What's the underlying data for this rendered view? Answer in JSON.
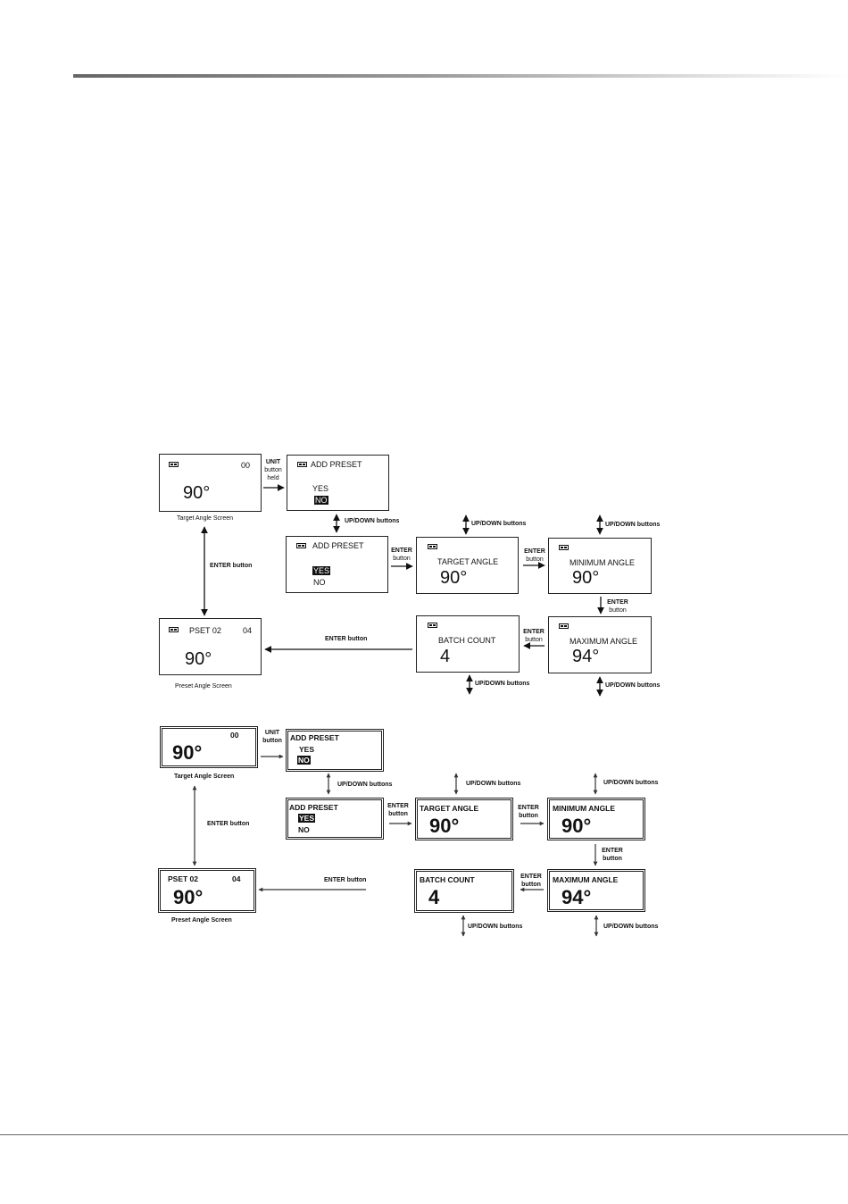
{
  "buttons": {
    "unit": "UNIT",
    "button_word": "button",
    "held": "held",
    "enter": "ENTER",
    "enter_button": "ENTER button",
    "updown_buttons": "UP/DOWN buttons"
  },
  "screens": {
    "target_angle_screen": {
      "count": "00",
      "angle": "90°",
      "caption": "Target Angle Screen"
    },
    "add_preset_a": {
      "title": "ADD PRESET",
      "yes": "YES",
      "no": "NO"
    },
    "add_preset_b": {
      "title": "ADD PRESET",
      "yes": "YES",
      "no": "NO"
    },
    "target_angle": {
      "title": "TARGET ANGLE",
      "value": "90°"
    },
    "minimum_angle": {
      "title": "MINIMUM ANGLE",
      "value": "90°"
    },
    "maximum_angle": {
      "title": "MAXIMUM ANGLE",
      "value": "94°"
    },
    "batch_count": {
      "title": "BATCH COUNT",
      "value": "4"
    },
    "preset_angle_screen": {
      "preset": "PSET 02",
      "count": "04",
      "angle": "90°",
      "caption": "Preset Angle Screen"
    }
  }
}
